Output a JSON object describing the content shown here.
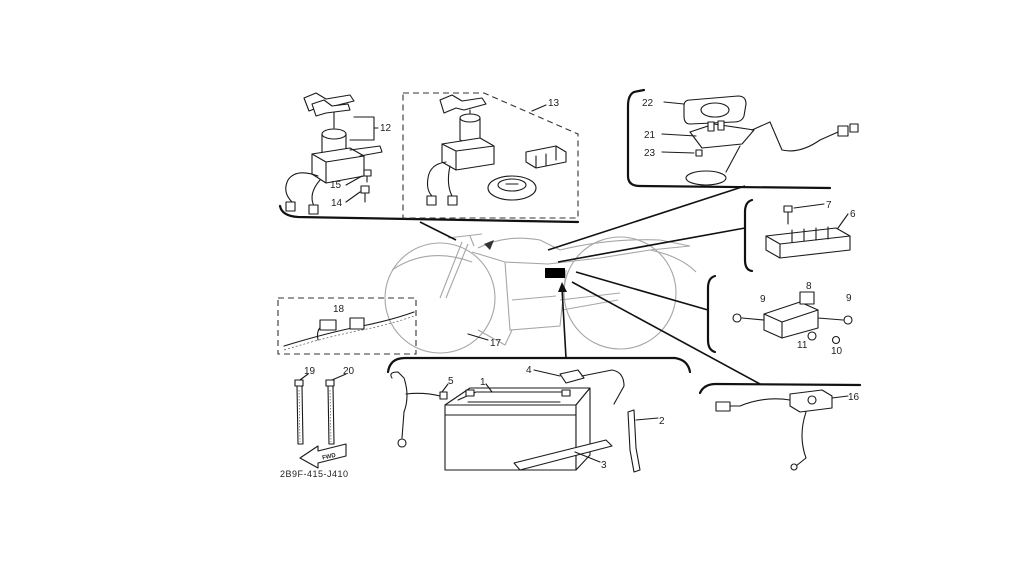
{
  "diagram": {
    "callouts": {
      "c1": "1",
      "c2": "2",
      "c3": "3",
      "c4": "4",
      "c5": "5",
      "c6": "6",
      "c7": "7",
      "c8": "8",
      "c9": "9",
      "c10": "10",
      "c11": "11",
      "c12": "12",
      "c13": "13",
      "c14": "14",
      "c15": "15",
      "c16": "16",
      "c17": "17",
      "c18": "18",
      "c19": "19",
      "c20": "20",
      "c21": "21",
      "c22": "22",
      "c23": "23"
    },
    "fwd_label": "FWD",
    "code": "2B9F-415-J410"
  },
  "colors": {
    "background": "#ffffff",
    "line": "#1a1a1a",
    "bike_outline": "#a6a6a6"
  }
}
